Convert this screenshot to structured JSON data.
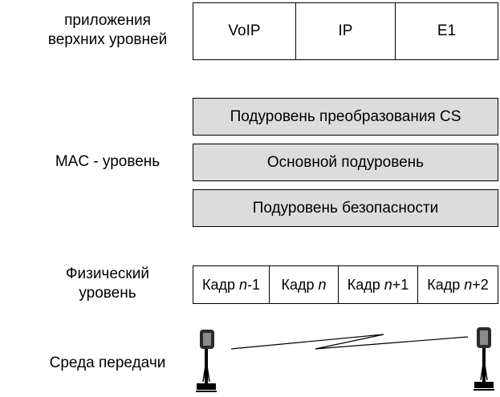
{
  "labels": {
    "upper": "приложения\nверхних уровней",
    "mac": "MAC - уровень",
    "phy": "Физический\nуровень",
    "medium": "Среда передачи"
  },
  "apps": [
    "VoIP",
    "IP",
    "E1"
  ],
  "mac_sublayers": [
    "Подуровень преобразования CS",
    "Основной подуровень",
    "Подуровень безопасности"
  ],
  "frames": [
    {
      "prefix": "Кадр ",
      "var": "n",
      "suffix": "-1"
    },
    {
      "prefix": "Кадр ",
      "var": "n",
      "suffix": ""
    },
    {
      "prefix": "Кадр ",
      "var": "n",
      "suffix": "+1"
    },
    {
      "prefix": "Кадр ",
      "var": "n",
      "suffix": "+2"
    }
  ],
  "colors": {
    "sublayer_fill": "#dcdcdc",
    "stroke": "#000000",
    "background": "#ffffff"
  }
}
